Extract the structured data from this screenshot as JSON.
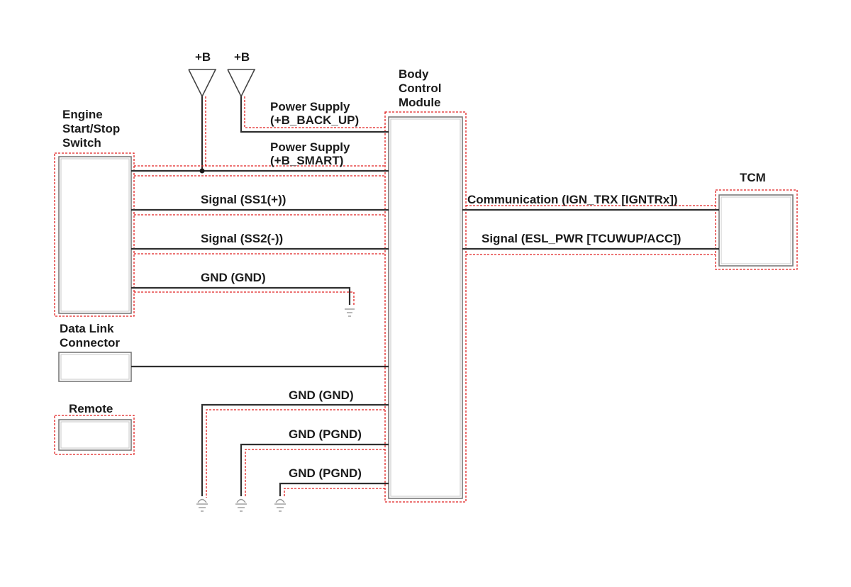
{
  "components": {
    "engine_switch": {
      "label_lines": [
        "Engine",
        "Start/Stop",
        "Switch"
      ]
    },
    "bcm": {
      "label_lines": [
        "Body",
        "Control",
        "Module"
      ]
    },
    "tcm": {
      "label": "TCM"
    },
    "dlc": {
      "label_lines": [
        "Data Link",
        "Connector"
      ]
    },
    "remote": {
      "label": "Remote"
    },
    "battery_1": {
      "label": "+B"
    },
    "battery_2": {
      "label": "+B"
    }
  },
  "wires": {
    "power_backup": {
      "label_lines": [
        "Power Supply",
        "(+B_BACK_UP)"
      ]
    },
    "power_smart": {
      "label_lines": [
        "Power Supply",
        "(+B_SMART)"
      ]
    },
    "signal_ss1": {
      "label": "Signal (SS1(+))"
    },
    "signal_ss2": {
      "label": "Signal (SS2(-))"
    },
    "gnd_switch": {
      "label": "GND (GND)"
    },
    "comm_ign": {
      "label": "Communication (IGN_TRX [IGNTRx])"
    },
    "signal_esl": {
      "label": "Signal (ESL_PWR [TCUWUP/ACC])"
    },
    "bcm_gnd_1": {
      "label": "GND (GND)"
    },
    "bcm_gnd_2": {
      "label": "GND (PGND)"
    },
    "bcm_gnd_3": {
      "label": "GND (PGND)"
    }
  },
  "colors": {
    "wire": "#2f2f2f",
    "highlight_dash": "#e02020",
    "box_border": "#7a7a7a"
  }
}
